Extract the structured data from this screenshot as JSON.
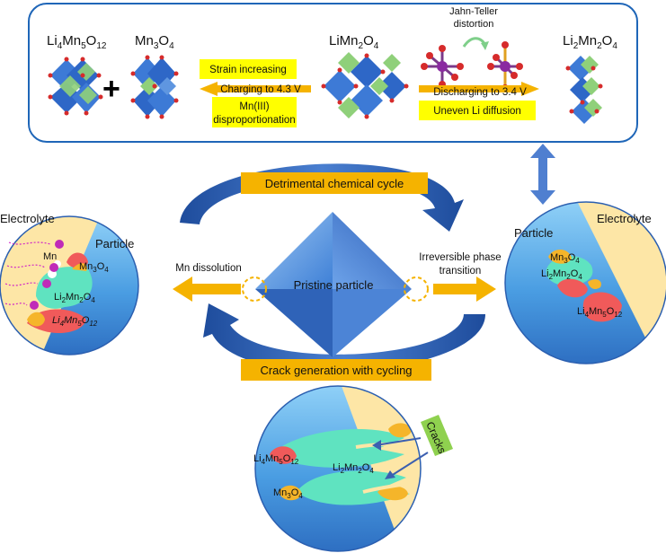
{
  "top_panel": {
    "compound_li4mn5o12": {
      "base": "Li",
      "s1": "4",
      "m1": "Mn",
      "s2": "5",
      "m2": "O",
      "s3": "12"
    },
    "plus": "+",
    "compound_mn3o4": {
      "base": "Mn",
      "s1": "3",
      "m1": "O",
      "s2": "4"
    },
    "compound_limn2o4": {
      "base": "LiMn",
      "s1": "2",
      "m1": "O",
      "s2": "4"
    },
    "compound_li2mn2o4": {
      "base": "Li",
      "s1": "2",
      "m1": "Mn",
      "s2": "2",
      "m2": "O",
      "s3": "4"
    },
    "strain_label": "Strain increasing",
    "charging_label": "Charging to 4.3 V",
    "mn3_label_line1": "Mn(III)",
    "mn3_label_line2": "disproportionation",
    "jt_line1": "Jahn-Teller",
    "jt_line2": "distortion",
    "discharging_label": "Discharging to 3.4 V",
    "uneven_label": "Uneven Li diffusion"
  },
  "cycle": {
    "top_label": "Detrimental chemical cycle",
    "bottom_label": "Crack generation with cycling",
    "center_label": "Pristine particle",
    "left_arrow_label": "Mn dissolution",
    "right_arrow_line1": "Irreversible phase",
    "right_arrow_line2": "transition"
  },
  "left_circle": {
    "electrolyte": "Electrolyte",
    "particle": "Particle",
    "mn": "Mn",
    "mn3o4": {
      "base": "Mn",
      "s1": "3",
      "m1": "O",
      "s2": "4"
    },
    "li2mn2o4": {
      "base": "Li",
      "s1": "2",
      "m1": "Mn",
      "s2": "2",
      "m2": "O",
      "s3": "4"
    },
    "li4mn5o12": {
      "base": "Li",
      "s1": "4",
      "m1": "Mn",
      "s2": "5",
      "m2": "O",
      "s3": "12"
    }
  },
  "right_circle": {
    "electrolyte": "Electrolyte",
    "particle": "Particle",
    "mn3o4": {
      "base": "Mn",
      "s1": "3",
      "m1": "O",
      "s2": "4"
    },
    "li2mn2o4": {
      "base": "Li",
      "s1": "2",
      "m1": "Mn",
      "s2": "2",
      "m2": "O",
      "s3": "4"
    },
    "li4mn5o12": {
      "base": "Li",
      "s1": "4",
      "m1": "Mn",
      "s2": "5",
      "m2": "O",
      "s3": "12"
    }
  },
  "bottom_circle": {
    "cracks": "Cracks",
    "li4mn5o12": {
      "base": "Li",
      "s1": "4",
      "m1": "Mn",
      "s2": "5",
      "m2": "O",
      "s3": "12"
    },
    "li2mn2o4": {
      "base": "Li",
      "s1": "2",
      "m1": "Mn",
      "s2": "2",
      "m2": "O",
      "s3": "4"
    },
    "mn3o4": {
      "base": "Mn",
      "s1": "3",
      "m1": "O",
      "s2": "4"
    }
  },
  "colors": {
    "frame_blue": "#1f66b8",
    "arrow_yellow": "#f5b300",
    "label_yellow": "#ffff00",
    "cycle_blue": "#2f62b4",
    "particle_blue": "#5aa7e6",
    "electrolyte": "#fde6a6",
    "phase_green": "#5fe3c0",
    "phase_red": "#f05a5a",
    "phase_orange": "#f5b52a",
    "crack_green": "#8fd14f"
  }
}
